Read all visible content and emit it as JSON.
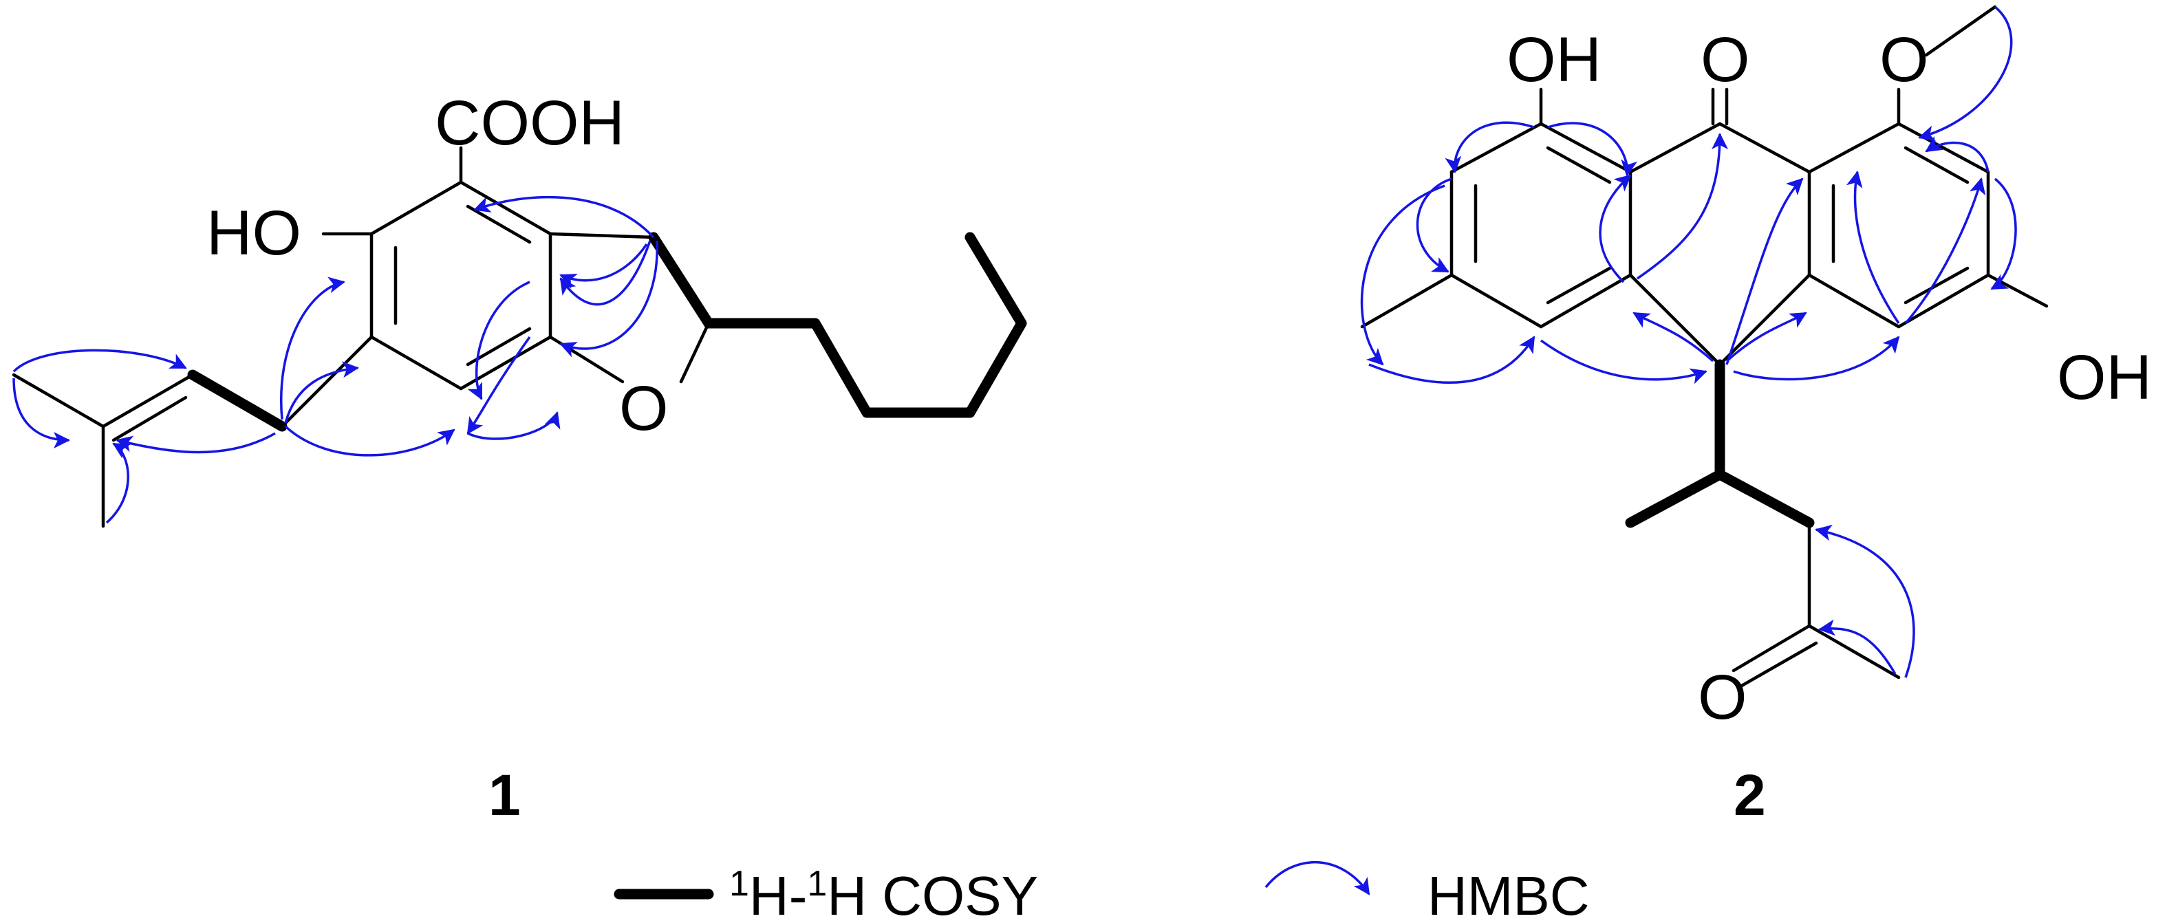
{
  "compounds": [
    {
      "label": "1",
      "atoms": {
        "carboxyl": "COOH",
        "hydroxyl": "HO",
        "ring_oxygen": "O"
      }
    },
    {
      "label": "2",
      "atoms": {
        "hydroxyl_top": "OH",
        "ketone_top": "O",
        "methoxy_oxygen": "O",
        "hydroxyl_right": "OH",
        "ketone_side": "O"
      }
    }
  ],
  "legend": {
    "cosy_label_sup1": "1",
    "cosy_label_h1": "H-",
    "cosy_label_sup2": "1",
    "cosy_label_h2": "H COSY",
    "hmbc_label": "HMBC"
  },
  "colors": {
    "hmbc": "#1515e6",
    "bond": "#000000"
  }
}
